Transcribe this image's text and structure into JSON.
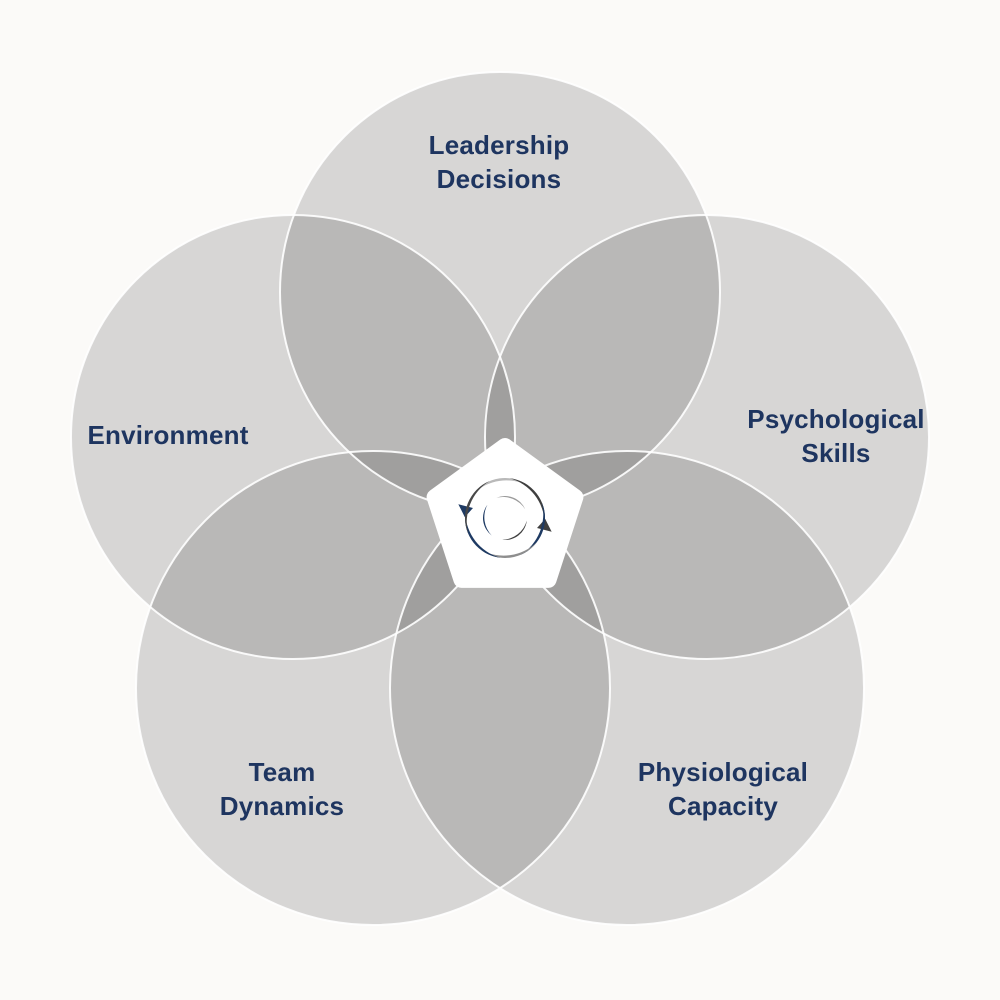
{
  "diagram": {
    "type": "venn-5-circle",
    "background_color": "#fbfaf8",
    "label_color": "#1e3560",
    "circle_fill": "rgba(30,30,30,0.16)",
    "circle_edge_color": "#ffffff",
    "sets": [
      {
        "id": "leadership-decisions",
        "label": "Leadership\nDecisions",
        "position": "top"
      },
      {
        "id": "psychological-skills",
        "label": "Psychological\nSkills",
        "position": "right"
      },
      {
        "id": "physiological-capacity",
        "label": "Physiological\nCapacity",
        "position": "bottom-right"
      },
      {
        "id": "team-dynamics",
        "label": "Team\nDynamics",
        "position": "bottom-left"
      },
      {
        "id": "environment",
        "label": "Environment",
        "position": "left"
      }
    ],
    "center_logo": {
      "name": "swirl-vortex-logo",
      "description": "white rounded pentagon containing a multi-arm swirl vortex",
      "colors": {
        "navy": "#1e3a63",
        "charcoal": "#3f3f3f",
        "silver": "#b9b9b9",
        "gray": "#8e8e8e",
        "pentagon": "#ffffff"
      }
    }
  }
}
